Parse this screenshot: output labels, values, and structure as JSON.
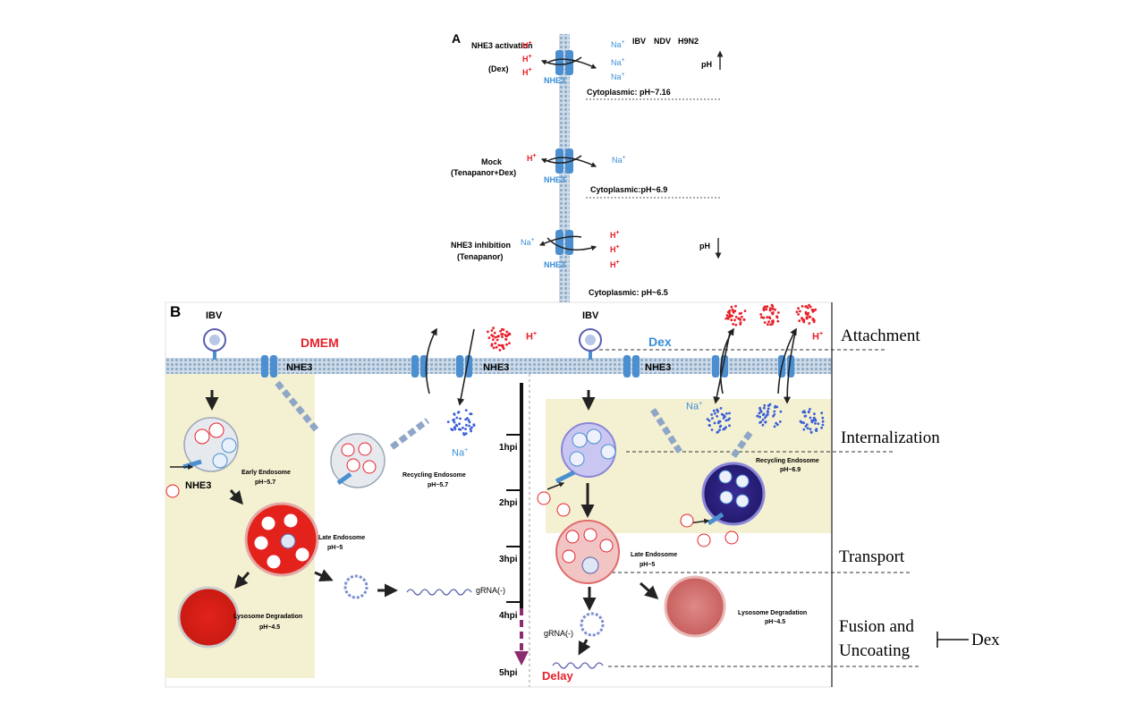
{
  "panelA": {
    "letter": "A",
    "rows": [
      {
        "label_line1": "NHE3 activation",
        "label_line2": "(Dex)",
        "channel": "NHE3",
        "cyto": "Cytoplasmic: pH~7.16",
        "ph": "pH",
        "ph_dir": "up"
      },
      {
        "label_line1": "Mock",
        "label_line2": "(Tenapanor+Dex)",
        "channel": "NHE3",
        "cyto": "Cytoplasmic:pH~6.9"
      },
      {
        "label_line1": "NHE3 inhibition",
        "label_line2": "(Tenapanor)",
        "channel": "NHE3",
        "cyto": "Cytoplasmic: pH~6.5",
        "ph": "pH",
        "ph_dir": "down"
      }
    ],
    "virus_headers": [
      "IBV",
      "NDV",
      "H9N2"
    ],
    "ion_h": "H",
    "ion_na": "Na",
    "ion_sup": "+"
  },
  "panelB": {
    "letter": "B",
    "left": {
      "virus": "IBV",
      "medium": "DMEM",
      "channel1": "NHE3",
      "channel2": "NHE3",
      "h_plus": "H",
      "na_plus": "Na",
      "early_endosome_name": "Early Endosome",
      "early_endosome_ph": "pH~5.7",
      "endosome_nhe3": "NHE3",
      "recycling_endosome_name": "Recycling Endosome",
      "recycling_endosome_ph": "pH~5.7",
      "late_endosome_name": "Late Endosome",
      "late_endosome_ph": "pH~5",
      "lysosome_name": "Lysosome Degradation",
      "lysosome_ph": "pH~4.5",
      "grna": "gRNA(-)",
      "hplus_label": "H+",
      "naplus_label": "NA+"
    },
    "timeline": {
      "ticks": [
        "1hpi",
        "2hpi",
        "3hpi",
        "4hpi",
        "5hpi"
      ]
    },
    "right": {
      "virus": "IBV",
      "treatment": "Dex",
      "channel": "NHE3",
      "h_plus": "H",
      "na_plus": "Na",
      "recycling_endosome_name": "Recycling Endosome",
      "recycling_endosome_ph": "pH~6.9",
      "late_endosome_name": "Late Endosome",
      "late_endosome_ph": "pH~5",
      "lysosome_name": "Lysosome Degradation",
      "lysosome_ph": "pH~4.5",
      "grna": "gRNA(-)",
      "delay": "Delay"
    },
    "stages": [
      "Attachment",
      "Internalization",
      "Transport",
      "Fusion and",
      "Uncoating"
    ],
    "inhibitor": "Dex"
  },
  "colors": {
    "membrane": "#a9c3dc",
    "channel": "#4b8fd1",
    "h_red": "#e8202a",
    "na_blue": "#3a8fd8",
    "cyto_yellow": "#f4f1d2",
    "late_endosome_red": "#e3231b",
    "virus_purple": "#5a5fae",
    "delay_purple": "#8b2c6e"
  }
}
